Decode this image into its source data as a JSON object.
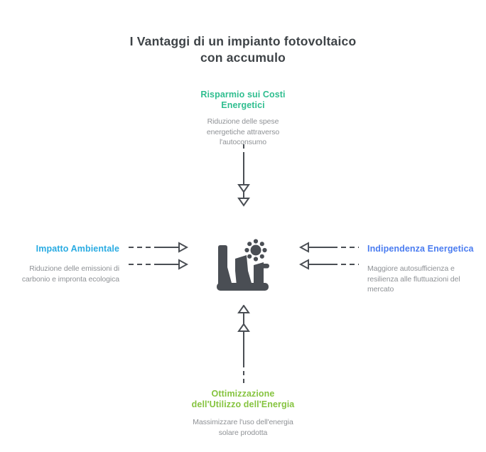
{
  "title": {
    "lines": [
      "I Vantaggi di un impianto fotovoltaico",
      "con accumulo"
    ]
  },
  "center": {
    "icon": "power-plant-with-sun-icon"
  },
  "nodes": {
    "top": {
      "heading": [
        "Risparmio sui Costi",
        "Energetici"
      ],
      "description": [
        "Riduzione delle spese",
        "energetiche attraverso",
        "l'autoconsumo"
      ],
      "heading_color": "#2fbe8f"
    },
    "left": {
      "heading": [
        "Impatto Ambientale"
      ],
      "description": [
        "Riduzione delle emissioni di",
        "carbonio e impronta ecologica"
      ],
      "heading_color": "#29abe2"
    },
    "right": {
      "heading": [
        "Indipendenza Energetica"
      ],
      "description": [
        "Maggiore autosufficienza e",
        "resilienza alle fluttuazioni del",
        "mercato"
      ],
      "heading_color": "#4a7cf0"
    },
    "bottom": {
      "heading": [
        "Ottimizzazione",
        "dell'Utilizzo dell'Energia"
      ],
      "description": [
        "Massimizzare l'uso dell'energia",
        "solare prodotta"
      ],
      "heading_color": "#86c440"
    }
  },
  "colors": {
    "title_text": "#3e4347",
    "body_text": "#8f9296",
    "diagram_ink": "#4a4e54",
    "background": "#ffffff"
  }
}
